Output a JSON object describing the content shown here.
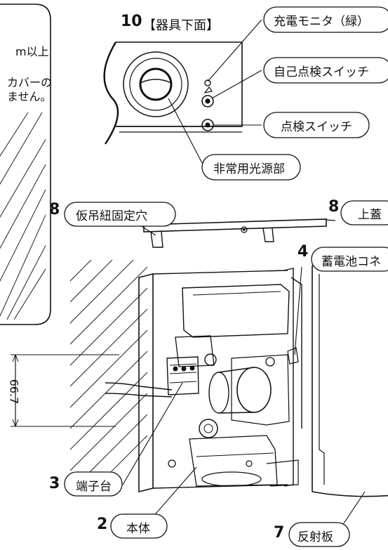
{
  "note_box": {
    "line1": "m以上",
    "line2": "カバーの",
    "line3": "ません。"
  },
  "dimension": {
    "value": "66.7"
  },
  "callouts": [
    {
      "number": "10",
      "text": "【器具下面】"
    },
    {
      "number": "",
      "text": "充電モニタ（緑）"
    },
    {
      "number": "",
      "text": "自己点検スイッチ"
    },
    {
      "number": "",
      "text": "点検スイッチ"
    },
    {
      "number": "",
      "text": "非常用光源部"
    },
    {
      "number": "8",
      "text": "仮吊紐固定穴"
    },
    {
      "number": "8",
      "text": "上蓋"
    },
    {
      "number": "4",
      "text": "蓄電池コネ"
    },
    {
      "number": "3",
      "text": "端子台"
    },
    {
      "number": "2",
      "text": "本体"
    },
    {
      "number": "7",
      "text": "反射板"
    }
  ]
}
